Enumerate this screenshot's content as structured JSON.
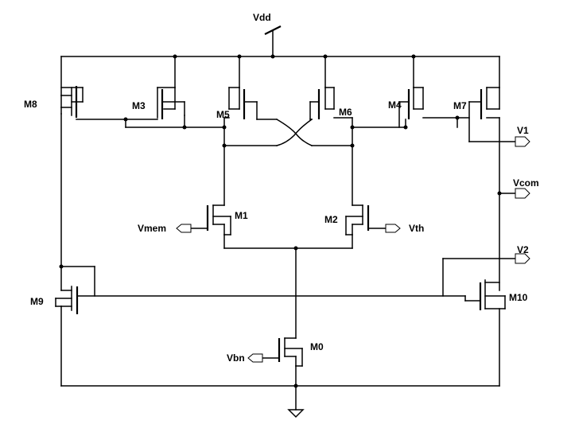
{
  "labels": {
    "vdd": "Vdd",
    "m0": "M0",
    "m1": "M1",
    "m2": "M2",
    "m3": "M3",
    "m4": "M4",
    "m5": "M5",
    "m6": "M6",
    "m7": "M7",
    "m8": "M8",
    "m9": "M9",
    "m10": "M10",
    "vmem": "Vmem",
    "vth": "Vth",
    "vbn": "Vbn",
    "v1": "V1",
    "v2": "V2",
    "vcom": "Vcom"
  }
}
